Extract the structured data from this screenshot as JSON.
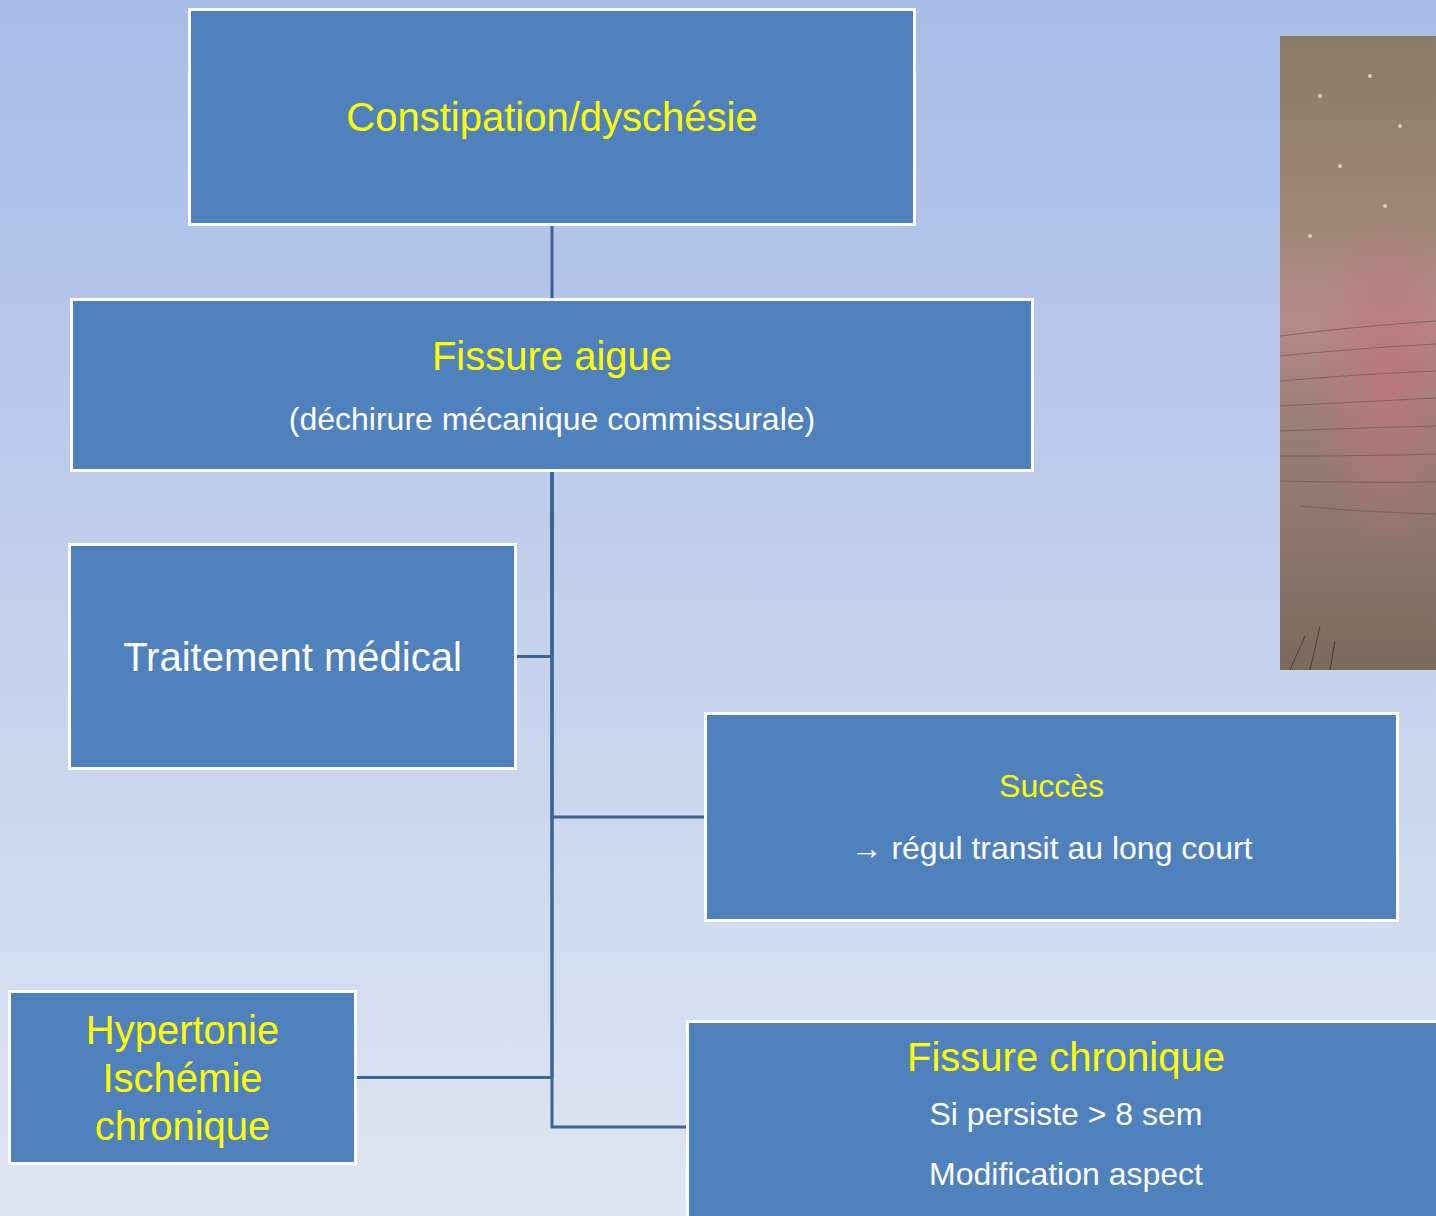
{
  "diagram": {
    "nodes": [
      {
        "text": [
          "Constipation/dyschésie"
        ]
      },
      {
        "text": [
          "Fissure aigue",
          "(déchirure mécanique commissurale)"
        ]
      },
      {
        "text": [
          "Traitement médical"
        ]
      },
      {
        "text": [
          "Succès",
          "→ régul transit au long court"
        ]
      },
      {
        "text": [
          "Hypertonie Ischémie chronique"
        ]
      },
      {
        "text": [
          "Fissure chronique",
          "Si persiste > 8 sem",
          "Modification aspect"
        ]
      }
    ],
    "edges": [
      {
        "from": 0,
        "to": 1,
        "arrow": "none"
      },
      {
        "from": 1,
        "to": 2,
        "arrow": "none"
      },
      {
        "from": 1,
        "to": 3,
        "arrow": "none"
      },
      {
        "from": 1,
        "to": 4,
        "arrow": "none"
      },
      {
        "from": 1,
        "to": 5,
        "arrow": "none"
      }
    ]
  }
}
